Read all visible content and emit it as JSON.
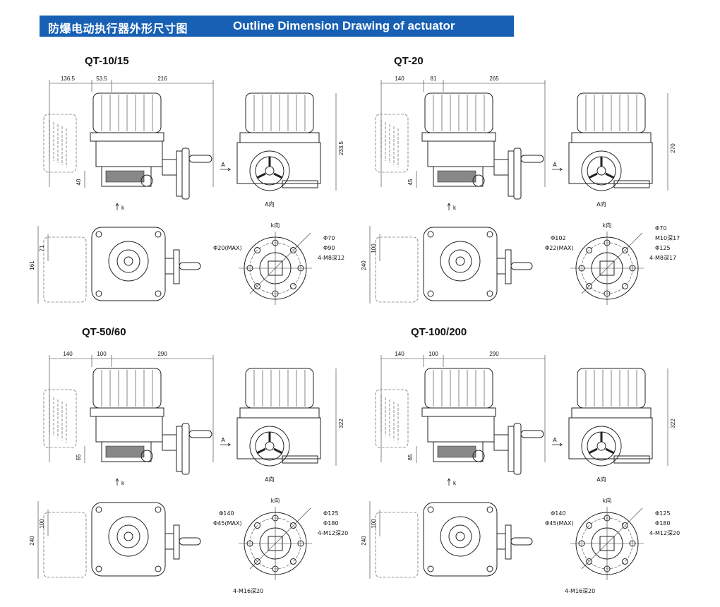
{
  "header": {
    "title_cn": "防爆电动执行器外形尺寸图",
    "title_en": "Outline Dimension Drawing of actuator",
    "color": "#1760b4"
  },
  "panels": [
    {
      "model": "QT-10/15",
      "dims": {
        "left": "136.5",
        "mid": "53.5",
        "right": "216",
        "height": "233.5",
        "base": "40",
        "plan_total": "161",
        "plan_inner": "71"
      },
      "labels": {
        "dir": "A",
        "dir_view": "A向",
        "k": "k",
        "k_view": "k向"
      },
      "flange": {
        "c1": "Φ70",
        "c2": "Φ90",
        "shaft": "Φ20(MAX)",
        "holes": "4-M8深12",
        "c3": "",
        "c4": ""
      }
    },
    {
      "model": "QT-20",
      "dims": {
        "left": "140",
        "mid": "81",
        "right": "265",
        "height": "270",
        "base": "45",
        "plan_total": "240",
        "plan_inner": "100"
      },
      "labels": {
        "dir": "A",
        "dir_view": "A向",
        "k": "k",
        "k_view": "k向"
      },
      "flange": {
        "c1": "M10深17",
        "c2": "Φ125",
        "c3": "Φ102",
        "c4": "Φ70",
        "shaft": "Φ22(MAX)",
        "holes": "4-M8深17"
      }
    },
    {
      "model": "QT-50/60",
      "dims": {
        "left": "140",
        "mid": "100",
        "right": "290",
        "height": "322",
        "base": "65",
        "plan_total": "240",
        "plan_inner": "100"
      },
      "labels": {
        "dir": "A",
        "dir_view": "A向",
        "k": "k",
        "k_view": "k向"
      },
      "flange": {
        "c1": "Φ125",
        "c2": "Φ180",
        "c3": "Φ140",
        "shaft": "Φ45(MAX)",
        "holes": "4-M12深20",
        "holes2": "4-M16深20"
      }
    },
    {
      "model": "QT-100/200",
      "dims": {
        "left": "140",
        "mid": "100",
        "right": "290",
        "height": "322",
        "base": "65",
        "plan_total": "240",
        "plan_inner": "100"
      },
      "labels": {
        "dir": "A",
        "dir_view": "A向",
        "k": "k",
        "k_view": "k向"
      },
      "flange": {
        "c1": "Φ125",
        "c2": "Φ180",
        "c3": "Φ140",
        "shaft": "Φ45(MAX)",
        "holes": "4-M12深20",
        "holes2": "4-M16深20"
      }
    }
  ]
}
